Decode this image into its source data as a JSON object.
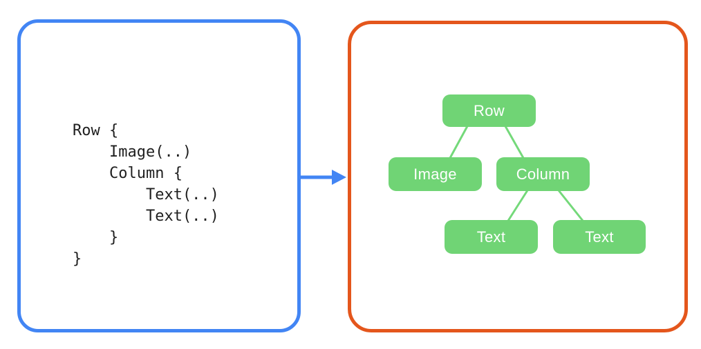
{
  "page": {
    "background": "#ffffff",
    "description": "Declarative UI code mapped to its widget tree"
  },
  "code_panel": {
    "border_color": "#4285F4",
    "text_color": "#1f1f1f",
    "lines": [
      "Row {",
      "    Image(..)",
      "    Column {",
      "        Text(..)",
      "        Text(..)",
      "    }",
      "}"
    ]
  },
  "arrow": {
    "icon": "arrow-right-icon",
    "color": "#4285F4"
  },
  "tree_panel": {
    "border_color": "#E4561C",
    "node_fill": "#70D475",
    "node_text_color": "#ffffff",
    "edge_color": "#74D97A",
    "nodes": [
      {
        "id": "row",
        "label": "Row"
      },
      {
        "id": "image",
        "label": "Image"
      },
      {
        "id": "column",
        "label": "Column"
      },
      {
        "id": "text-1",
        "label": "Text"
      },
      {
        "id": "text-2",
        "label": "Text"
      }
    ],
    "edges": [
      [
        "row",
        "image"
      ],
      [
        "row",
        "column"
      ],
      [
        "column",
        "text-1"
      ],
      [
        "column",
        "text-2"
      ]
    ]
  }
}
